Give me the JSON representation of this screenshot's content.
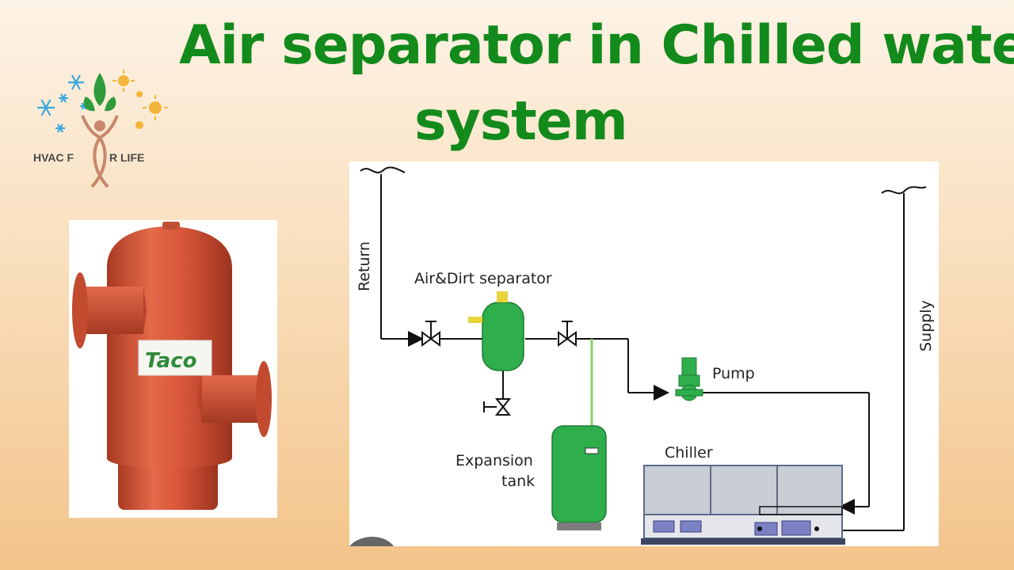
{
  "slide": {
    "title_line1": "Air separator in Chilled water",
    "title_line2": "system"
  },
  "logo": {
    "text_left": "HVAC F",
    "text_right": "R  LIFE"
  },
  "product_photo": {
    "brand": "Taco",
    "body_color": "#d9563a"
  },
  "diagram": {
    "labels": {
      "return": "Return",
      "supply": "Supply",
      "separator": "Air&Dirt separator",
      "pump": "Pump",
      "expansion_line1": "Expansion",
      "expansion_line2": "tank",
      "chiller": "Chiller"
    },
    "colors": {
      "pipe": "#111111",
      "equipment": "#2fae4c",
      "chiller": "#c9cdd4"
    }
  },
  "colors": {
    "title": "#138a1c"
  }
}
